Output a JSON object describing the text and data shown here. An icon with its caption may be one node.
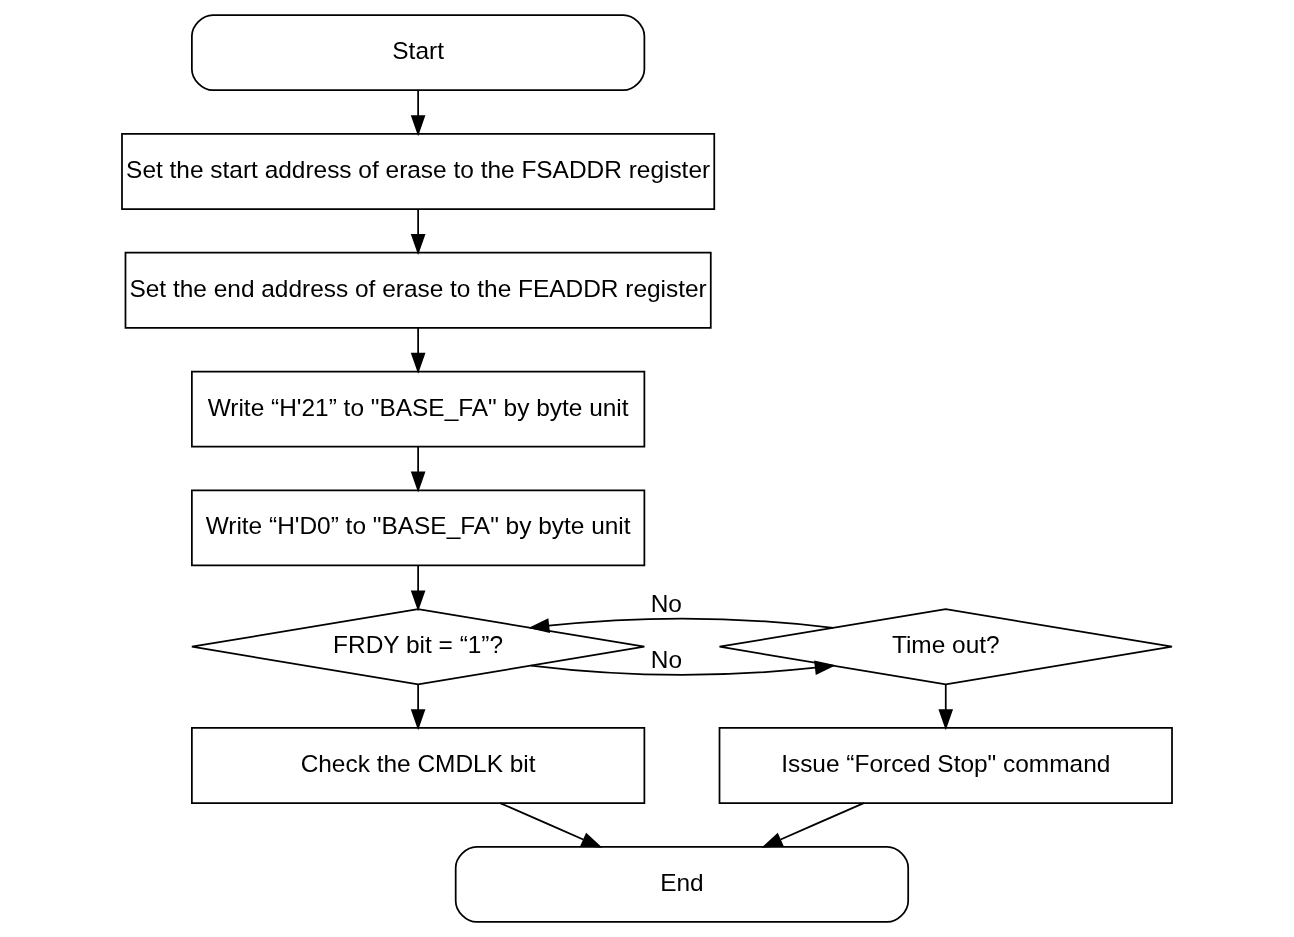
{
  "diagram": {
    "nodes": [
      {
        "text": [
          "Start"
        ]
      },
      {
        "text": [
          "Set the start address of erase to the FSADDR register"
        ]
      },
      {
        "text": [
          "Set the end address of erase to the FEADDR register"
        ]
      },
      {
        "text": [
          "Write “H'21” to \"BASE_FA\" by byte unit"
        ]
      },
      {
        "text": [
          "Write “H'D0” to \"BASE_FA\" by byte unit"
        ]
      },
      {
        "text": [
          "FRDY bit = “1”?"
        ]
      },
      {
        "text": [
          "Time out?"
        ]
      },
      {
        "text": [
          "Check the CMDLK bit"
        ]
      },
      {
        "text": [
          "Issue “Forced Stop\" command"
        ]
      },
      {
        "text": [
          "End"
        ]
      }
    ],
    "edges": [
      {
        "from": 0,
        "to": 1,
        "arrow": "to"
      },
      {
        "from": 1,
        "to": 2,
        "arrow": "to"
      },
      {
        "from": 2,
        "to": 3,
        "arrow": "to"
      },
      {
        "from": 3,
        "to": 4,
        "arrow": "to"
      },
      {
        "from": 4,
        "to": 5,
        "arrow": "to"
      },
      {
        "from": 5,
        "to": 6,
        "arrow": "to",
        "label": "No"
      },
      {
        "from": 6,
        "to": 5,
        "arrow": "to",
        "label": "No"
      },
      {
        "from": 5,
        "to": 7,
        "arrow": "to"
      },
      {
        "from": 6,
        "to": 8,
        "arrow": "to"
      },
      {
        "from": 7,
        "to": 9,
        "arrow": "to"
      },
      {
        "from": 8,
        "to": 9,
        "arrow": "to"
      }
    ]
  }
}
